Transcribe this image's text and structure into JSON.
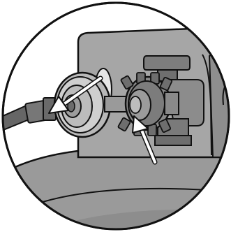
{
  "illustration": {
    "subject": "propane-tank-valve-regulator-connection",
    "colors": {
      "outline": "#111111",
      "background": "#ffffff",
      "tank_body": "#9a9a9a",
      "tank_shade": "#7f7f7f",
      "tank_light": "#b3b3b3",
      "collar": "#a6a6a6",
      "valve_dark": "#6a6a6a",
      "valve_mid": "#8c8c8c",
      "regulator_light": "#c4c4c4",
      "arrow_fill": "#ffffff"
    },
    "arrows": [
      {
        "name": "arrow-to-regulator",
        "points_to": "regulator-inlet"
      },
      {
        "name": "arrow-to-coupling-nut",
        "points_to": "coupling-nut"
      }
    ]
  }
}
